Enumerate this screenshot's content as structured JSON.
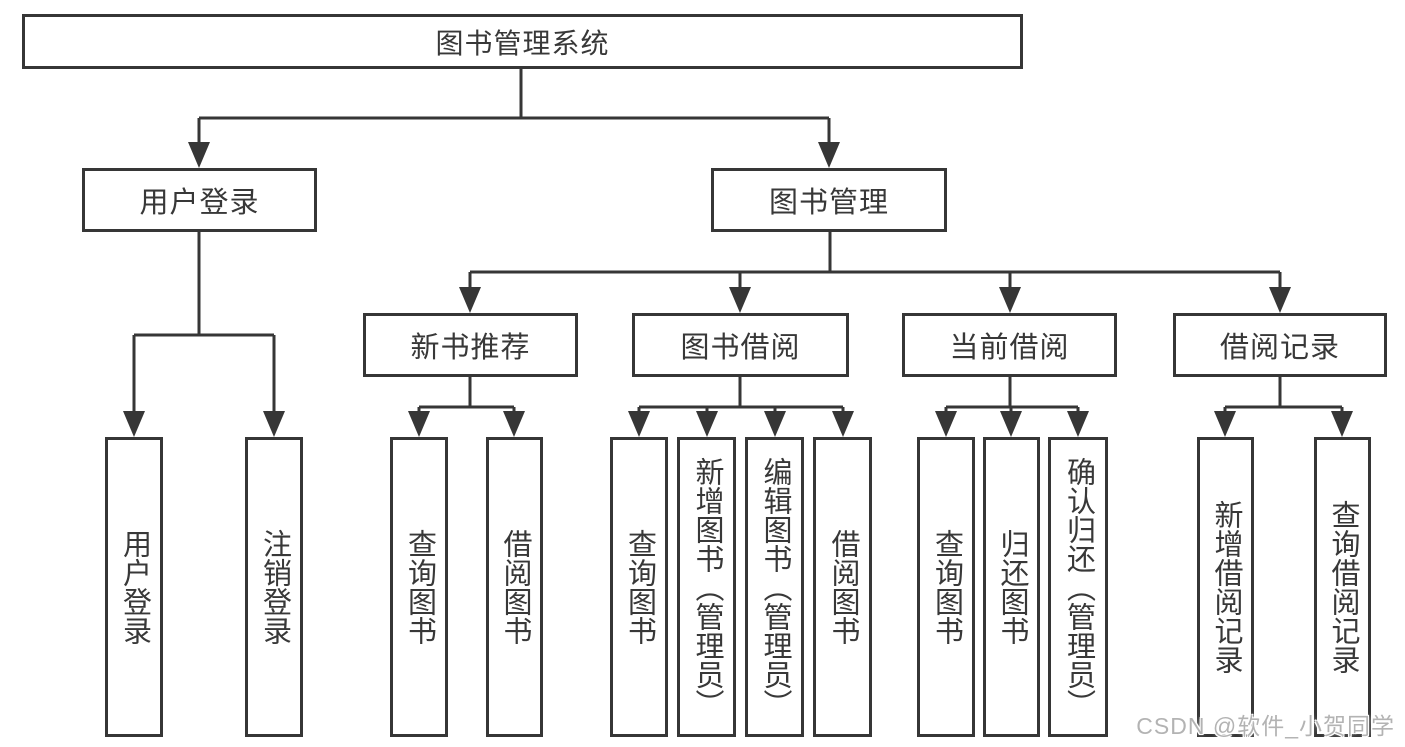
{
  "nodes": {
    "root": "图书管理系统",
    "userLogin": "用户登录",
    "bookManagement": "图书管理",
    "newBookRecommend": "新书推荐",
    "bookBorrow": "图书借阅",
    "currentBorrow": "当前借阅",
    "borrowRecords": "借阅记录",
    "userLoginChildren": [
      "用户登录",
      "注销登录"
    ],
    "newBookChildren": [
      "查询图书",
      "借阅图书"
    ],
    "bookBorrowChildren": [
      "查询图书",
      "新增图书（管理员）",
      "编辑图书（管理员）",
      "借阅图书"
    ],
    "currentBorrowChildren": [
      "查询图书",
      "归还图书",
      "确认归还（管理员）"
    ],
    "borrowRecordsChildren": [
      "新增借阅记录",
      "查询借阅记录"
    ]
  },
  "watermark": {
    "text": "CSDN @软件_小贺同学"
  },
  "colors": {
    "line": "#363636",
    "text": "#383838",
    "background": "#ffffff",
    "watermark": "#b3b3b3"
  }
}
